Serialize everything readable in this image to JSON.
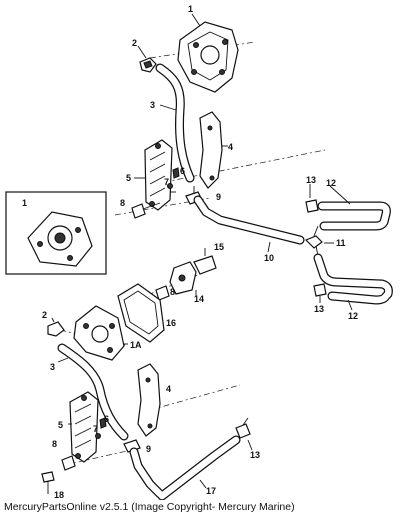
{
  "footer": {
    "credit": "MercuryPartsOnline v2.5.1 (Image Copyright- Mercury Marine)"
  },
  "callouts": {
    "c1_top": "1",
    "c1_inset": "1",
    "c1a": "1A",
    "c2_top": "2",
    "c2_bottom": "2",
    "c3_top": "3",
    "c3_bottom": "3",
    "c4_top": "4",
    "c4_bottom": "4",
    "c5_top": "5",
    "c5_bottom": "5",
    "c6_top": "6",
    "c6_bottom": "6",
    "c7_top": "7",
    "c7_bottom": "7",
    "c8_top": "8",
    "c8_mid": "8",
    "c8_bottom": "8",
    "c9_top": "9",
    "c9_bottom": "9",
    "c10": "10",
    "c11": "11",
    "c12_top": "12",
    "c12_bottom": "12",
    "c13_top": "13",
    "c13_mid": "13",
    "c13_bottom": "13",
    "c14": "14",
    "c15": "15",
    "c16": "16",
    "c17": "17",
    "c18": "18"
  }
}
